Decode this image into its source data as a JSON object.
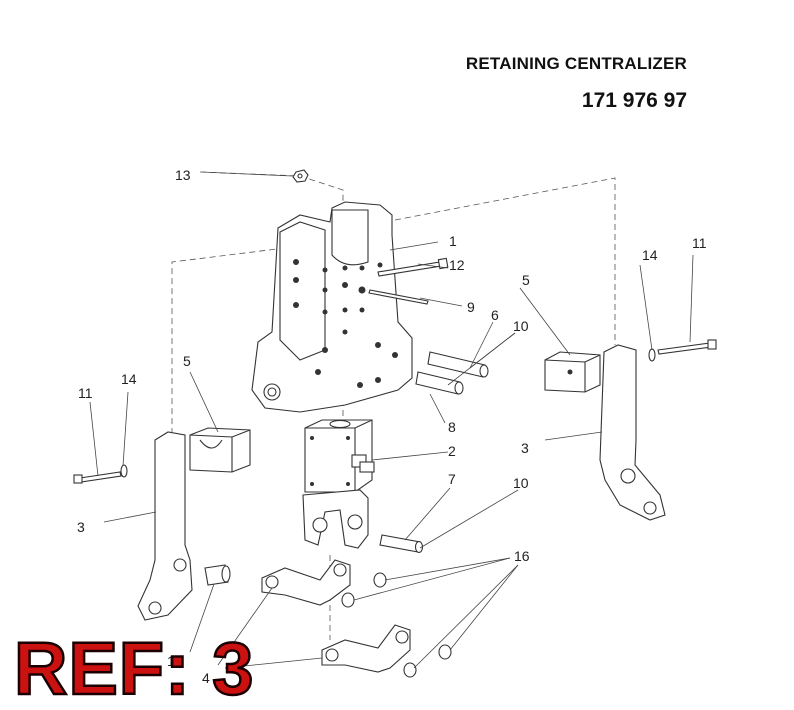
{
  "header": {
    "title": "RETAINING CENTRALIZER",
    "part_number": "171 976 97"
  },
  "labels": {
    "l1": "1",
    "l2": "2",
    "l3a": "3",
    "l3b": "3",
    "l4": "4",
    "l5a": "5",
    "l5b": "5",
    "l6": "6",
    "l7": "7",
    "l8": "8",
    "l9": "9",
    "l10a": "10",
    "l10b": "10",
    "l11a": "11",
    "l11b": "11",
    "l12": "12",
    "l13": "13",
    "l14a": "14",
    "l14b": "14",
    "l15": "15",
    "l16": "16"
  },
  "ref_stamp": "REF: 3"
}
